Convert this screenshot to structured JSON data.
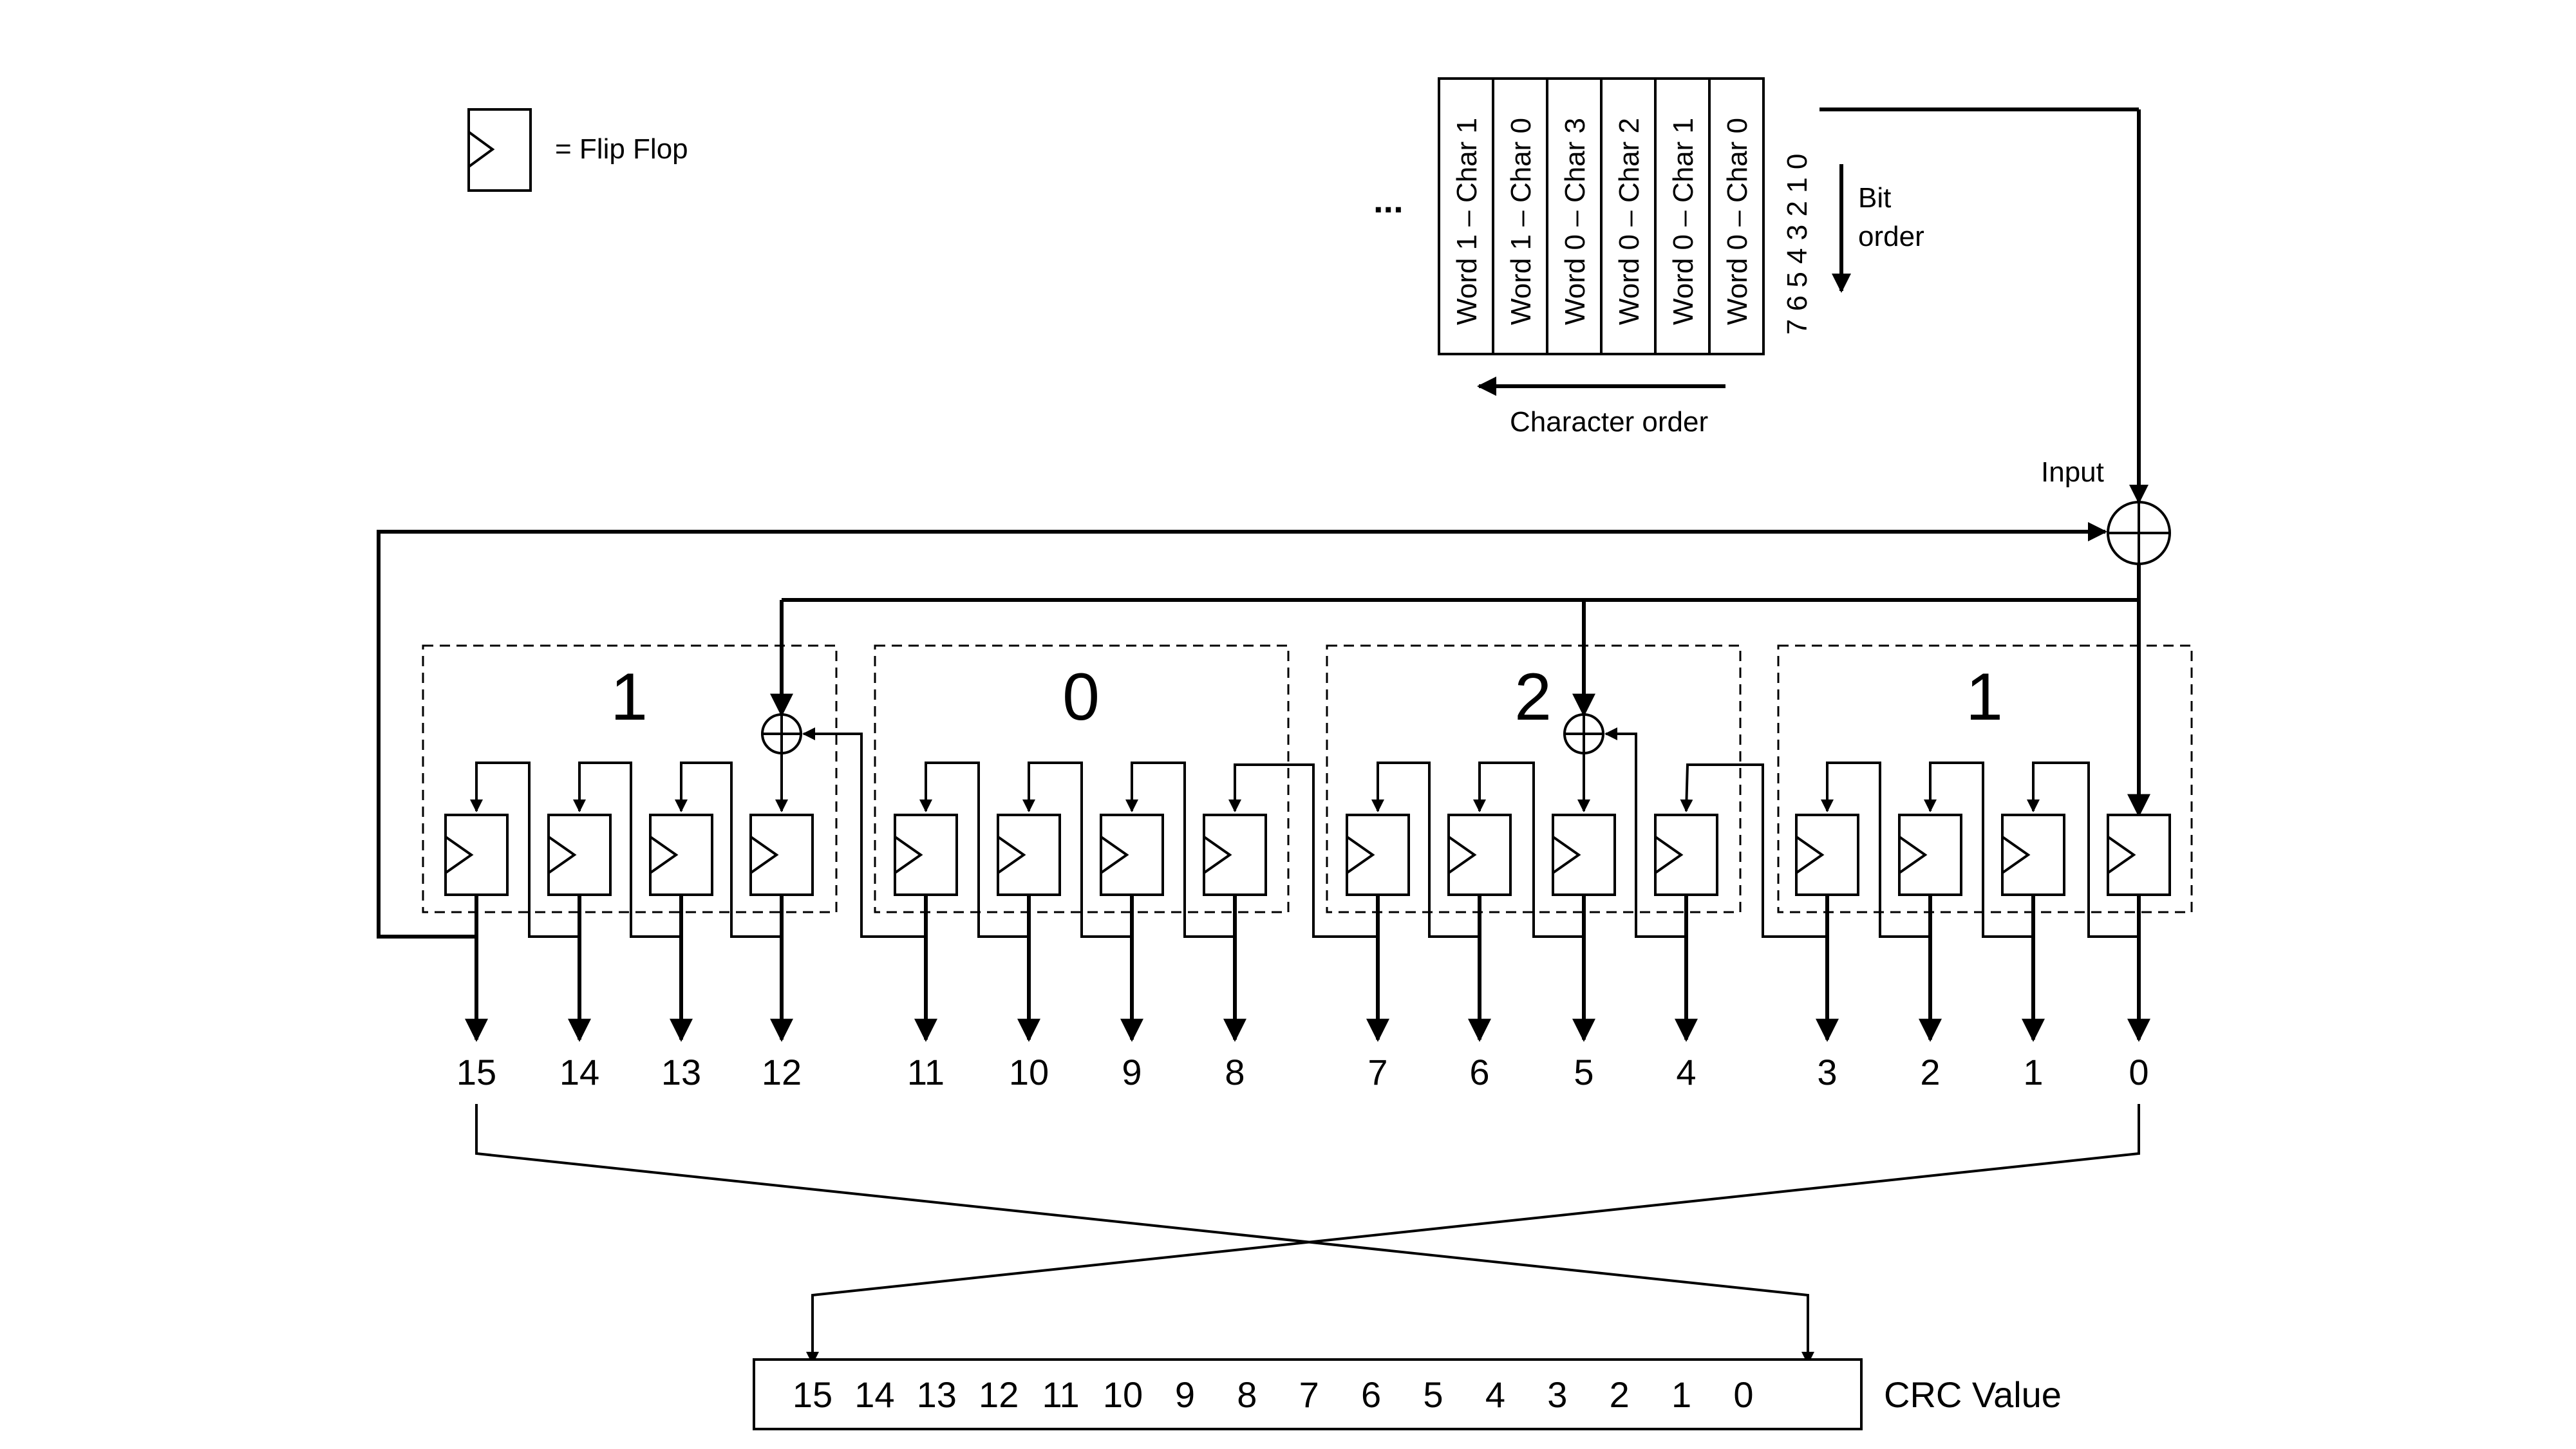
{
  "legend": {
    "label": "= Flip Flop"
  },
  "input_stream": {
    "ellipsis": "...",
    "characters": [
      "Word 1 – Char 1",
      "Word 1 – Char 0",
      "Word 0 – Char 3",
      "Word 0 – Char 2",
      "Word 0 – Char 1",
      "Word 0 – Char 0"
    ],
    "bit_numbers": "7 6 5 4 3 2 1 0",
    "bit_order_label": [
      "Bit",
      "order"
    ],
    "character_order_label": "Character order",
    "input_label": "Input"
  },
  "nibble_groups": [
    "1",
    "0",
    "2",
    "1"
  ],
  "register_outputs": [
    "15",
    "14",
    "13",
    "12",
    "11",
    "10",
    "9",
    "8",
    "7",
    "6",
    "5",
    "4",
    "3",
    "2",
    "1",
    "0"
  ],
  "crc_value": {
    "label": "CRC Value",
    "bits": [
      "15",
      "14",
      "13",
      "12",
      "11",
      "10",
      "9",
      "8",
      "7",
      "6",
      "5",
      "4",
      "3",
      "2",
      "1",
      "0"
    ]
  },
  "colors": {
    "line": "#000000",
    "background": "#ffffff"
  }
}
